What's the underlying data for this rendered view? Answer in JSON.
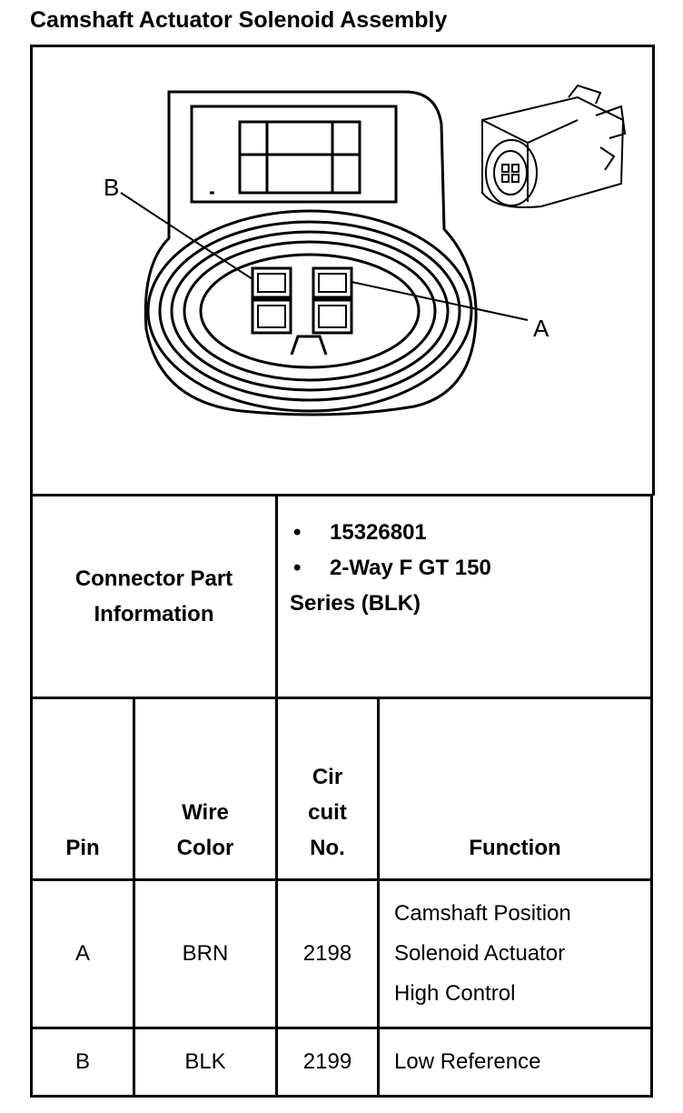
{
  "title": "Camshaft Actuator Solenoid Assembly",
  "diagram": {
    "label_b": "B",
    "label_a": "A"
  },
  "connector_info": {
    "label": "Connector Part Information",
    "values": [
      "15326801",
      "2-Way F GT 150 Series (BLK)"
    ]
  },
  "table": {
    "headers": {
      "pin": "Pin",
      "wire_color": "Wire Color",
      "circuit": "Cir cuit No.",
      "function": "Function"
    },
    "rows": [
      {
        "pin": "A",
        "wire_color": "BRN",
        "circuit": "2198",
        "function": "Camshaft Position Solenoid Actuator High Control"
      },
      {
        "pin": "B",
        "wire_color": "BLK",
        "circuit": "2199",
        "function": "Low Reference"
      }
    ]
  }
}
